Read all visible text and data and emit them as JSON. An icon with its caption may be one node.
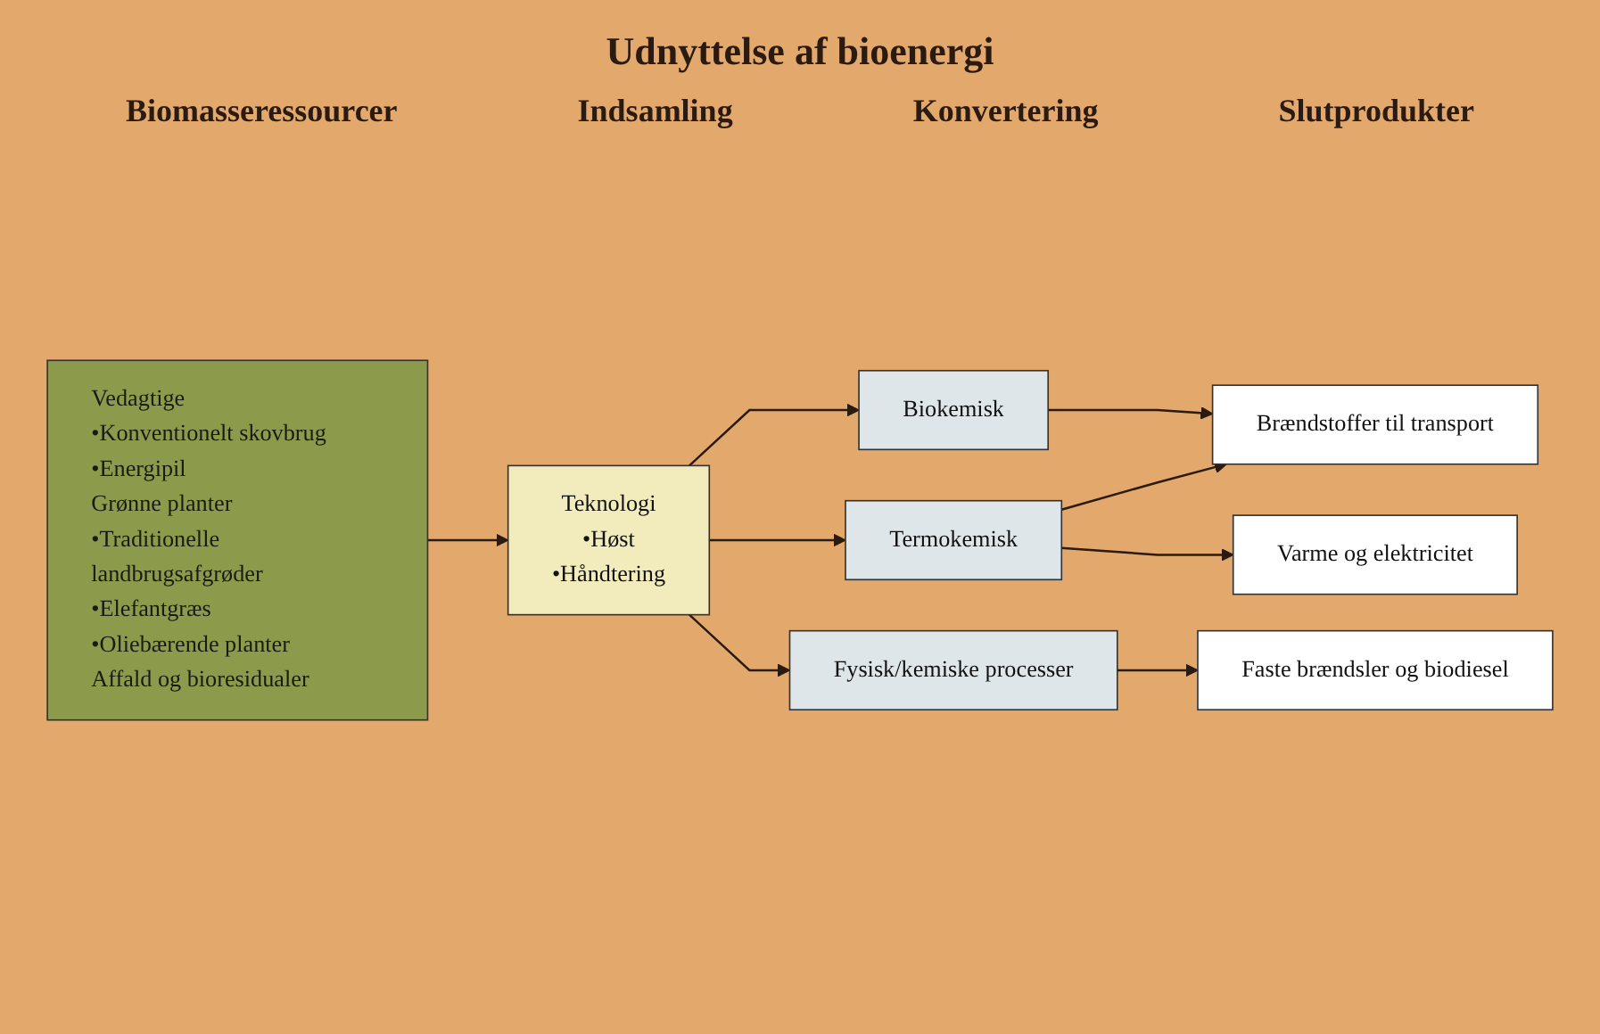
{
  "diagram": {
    "title": "Udnyttelse af bioenergi",
    "nodes": [
      {
        "text": [
          "Vedagtige",
          "•Konventionelt skovbrug",
          "•Energipil",
          "Grønne planter",
          "•Traditionelle landbrugsafgrøder",
          "•Elefantgræs",
          "•Oliebærende planter",
          "Affald og bioresidualer"
        ]
      },
      {
        "text": [
          "Teknologi",
          "•Høst",
          "•Håndtering"
        ]
      },
      {
        "text": [
          "Biokemisk"
        ]
      },
      {
        "text": [
          "Termokemisk"
        ]
      },
      {
        "text": [
          "Fysisk/kemiske processer"
        ]
      },
      {
        "text": [
          "Brændstoffer til transport"
        ]
      },
      {
        "text": [
          "Varme og elektricitet"
        ]
      },
      {
        "text": [
          "Faste brændsler og biodiesel"
        ]
      }
    ],
    "edges": [
      {
        "from": 0,
        "to": 1,
        "arrow": "to"
      },
      {
        "from": 1,
        "to": 2,
        "arrow": "to"
      },
      {
        "from": 1,
        "to": 3,
        "arrow": "to"
      },
      {
        "from": 1,
        "to": 4,
        "arrow": "to"
      },
      {
        "from": 2,
        "to": 5,
        "arrow": "to"
      },
      {
        "from": 3,
        "to": 5,
        "arrow": "to"
      },
      {
        "from": 3,
        "to": 6,
        "arrow": "to"
      },
      {
        "from": 4,
        "to": 7,
        "arrow": "to"
      }
    ],
    "labels": [
      "Biomasseressourcer",
      "Indsamling",
      "Konvertering",
      "Slutprodukter"
    ]
  }
}
